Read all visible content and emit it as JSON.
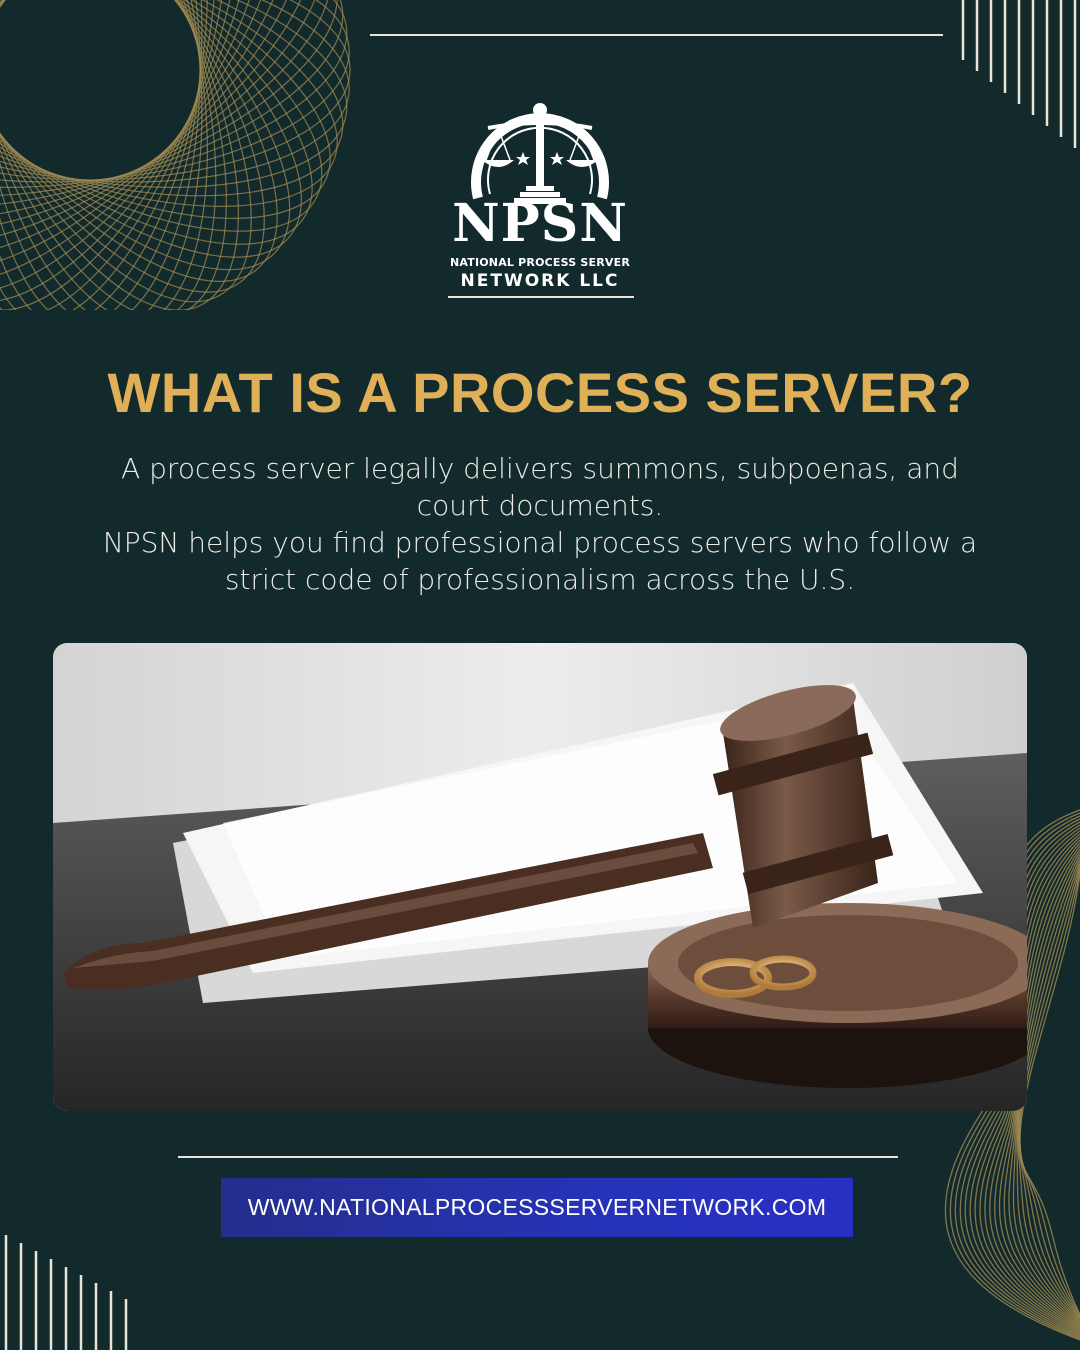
{
  "brand": {
    "abbr": "NPSN",
    "name_line1": "NATIONAL PROCESS SERVER",
    "name_line2": "NETWORK LLC",
    "logo_icon": "scales-of-justice-seal-icon"
  },
  "headline": "WHAT IS A PROCESS SERVER?",
  "body": {
    "p1": "A process server legally delivers summons, subpoenas, and court documents.",
    "p2": "NPSN helps you find professional process servers who follow a strict code of professionalism across the U.S."
  },
  "photo": {
    "subject": "gavel-with-wedding-rings-photo"
  },
  "website": "WWW.NATIONALPROCESSSERVERNETWORK.COM",
  "colors": {
    "background": "#132a2c",
    "headline": "#e0b059",
    "accent_gold": "#a08a52",
    "url_bar": "#2633b8",
    "text": "#ecebe6"
  }
}
